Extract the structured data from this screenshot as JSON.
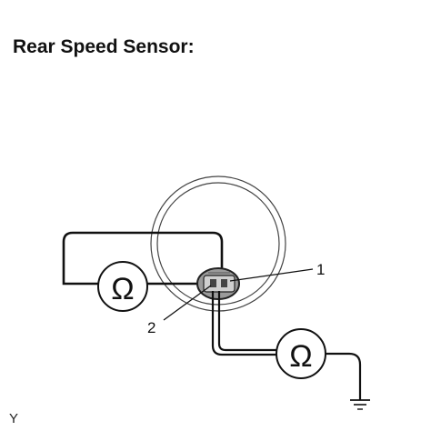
{
  "title": "Rear Speed Sensor:",
  "callouts": {
    "terminal_1": "1",
    "terminal_2": "2"
  },
  "ohmmeter_symbol": "Ω",
  "figure_code": "Y",
  "icons": {
    "ohmmeter": "ohmmeter-icon",
    "ground": "ground-icon",
    "connector": "sensor-connector-icon"
  }
}
